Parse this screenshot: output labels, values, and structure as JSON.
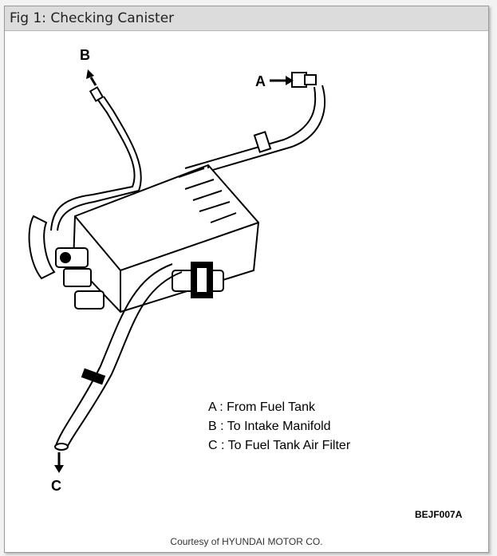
{
  "figure": {
    "title": "Fig 1: Checking Canister",
    "caption": "Courtesy of HYUNDAI MOTOR CO."
  },
  "diagram": {
    "labels": {
      "a": "A",
      "b": "B",
      "c": "C"
    },
    "legend": [
      "A : From Fuel Tank",
      "B : To Intake Manifold",
      "C : To Fuel Tank Air Filter"
    ],
    "code": "BEJF007A"
  }
}
